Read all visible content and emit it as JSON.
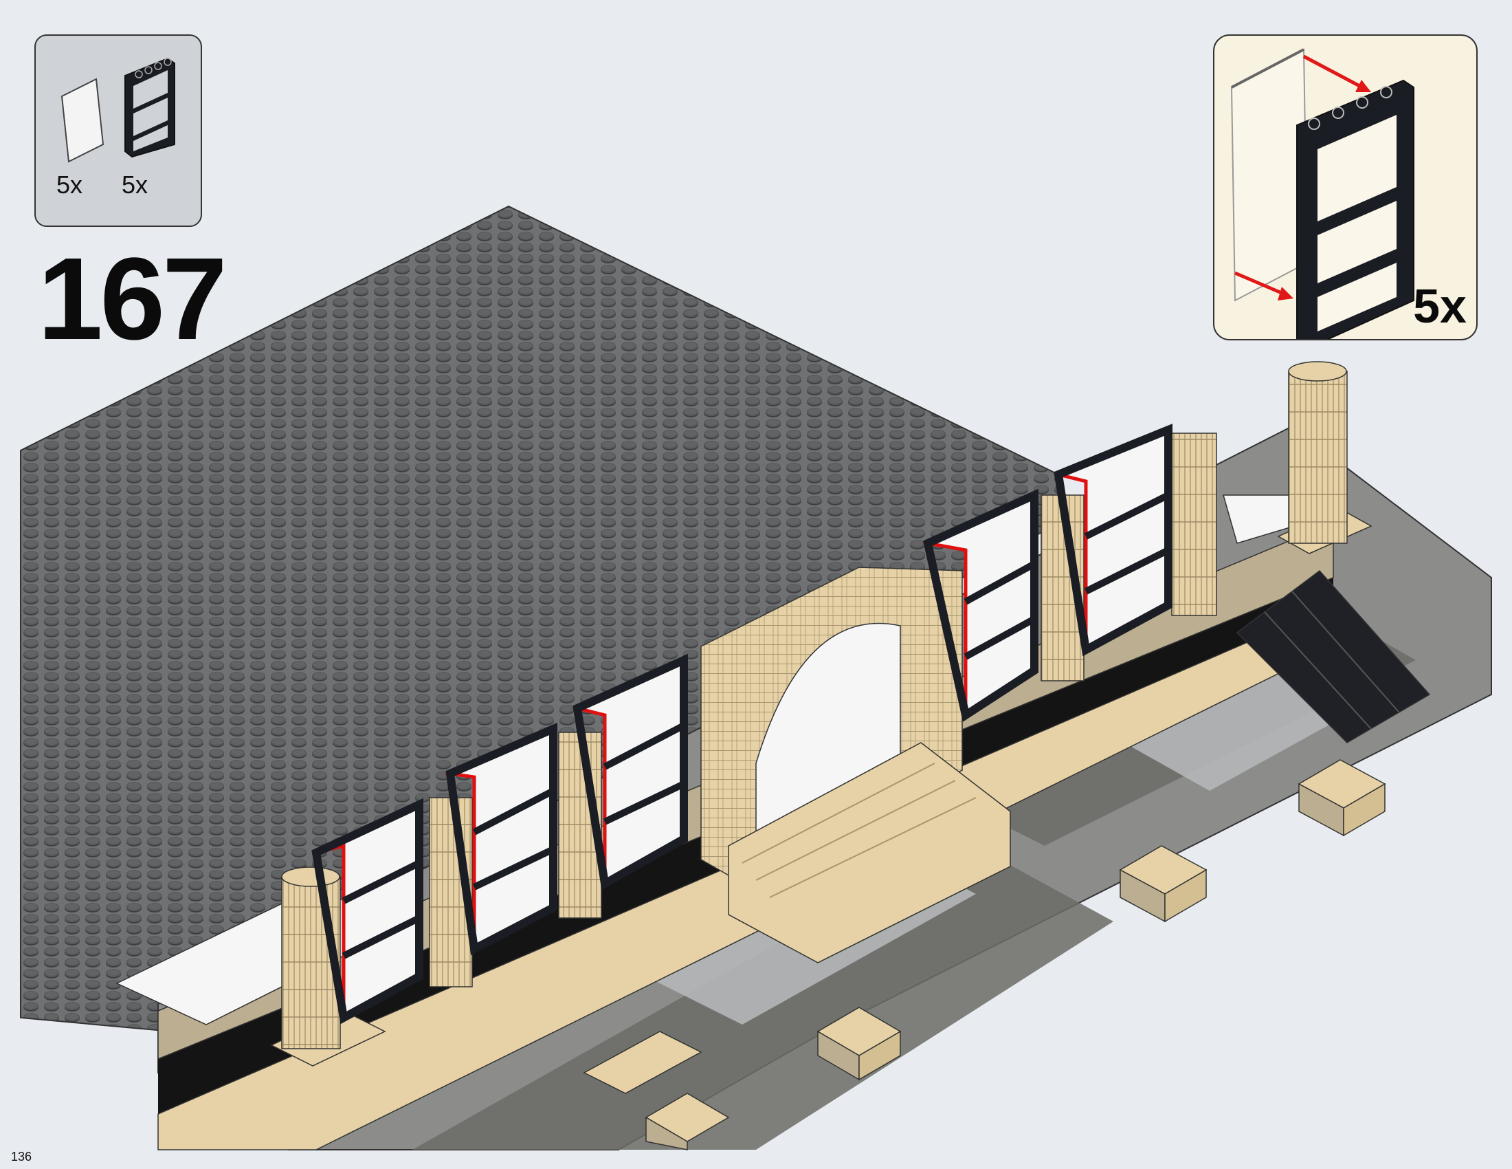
{
  "step": {
    "number": "167"
  },
  "parts_list": [
    {
      "name": "glass-pane",
      "count": "5x"
    },
    {
      "name": "window-frame",
      "count": "5x"
    }
  ],
  "callout": {
    "multiplier": "5x"
  },
  "page": {
    "number": "136"
  },
  "colors": {
    "baseplate": "#6e6f71",
    "stud": "#4a4b4d",
    "tan": "#e6d2a6",
    "dark_tan": "#bcae90",
    "frame": "#1b1d24",
    "highlight": "#e01010",
    "tile_dark": "#6b6c66",
    "tile_light": "#b4b6b8",
    "white": "#f6f6f6",
    "black": "#141414",
    "arrow": "#e01818"
  },
  "icons": [
    "glass-pane-icon",
    "window-frame-icon",
    "red-arrow-icon"
  ]
}
